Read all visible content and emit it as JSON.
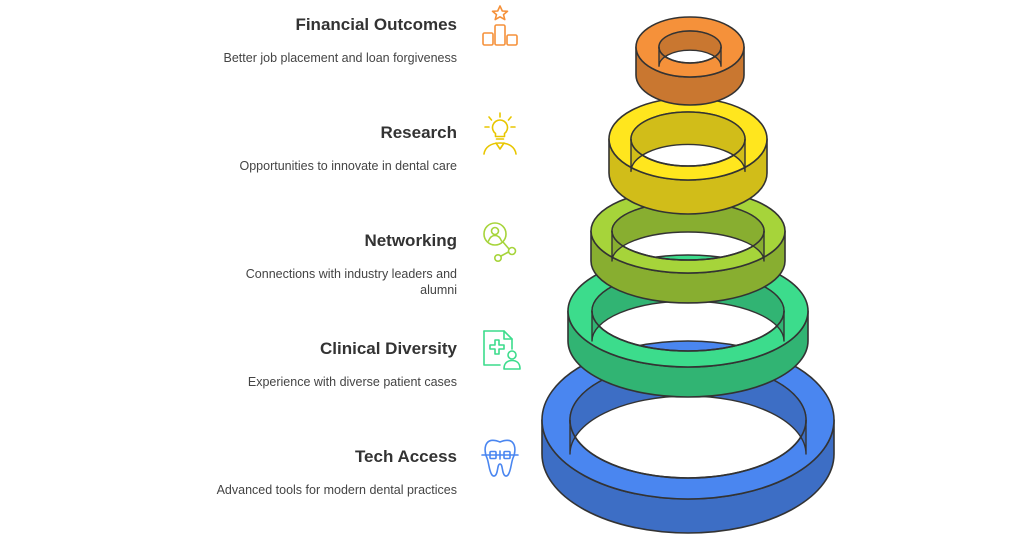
{
  "colors": {
    "financial": "#F5913A",
    "research": "#FFE61E",
    "networking": "#A6D43A",
    "clinical": "#3CDC8C",
    "tech": "#4A86F0",
    "outline": "#333333"
  },
  "items": [
    {
      "key": "financial",
      "title": "Financial Outcomes",
      "description": "Better job placement and loan forgiveness",
      "icon": "trophy-podium-icon"
    },
    {
      "key": "research",
      "title": "Research",
      "description": "Opportunities to innovate in dental care",
      "icon": "lightbulb-person-icon"
    },
    {
      "key": "networking",
      "title": "Networking",
      "description": "Connections with industry leaders and alumni",
      "icon": "person-network-icon"
    },
    {
      "key": "clinical",
      "title": "Clinical Diversity",
      "description": "Experience with diverse patient cases",
      "icon": "medical-file-patient-icon"
    },
    {
      "key": "tech",
      "title": "Tech Access",
      "description": "Advanced tools for modern dental practices",
      "icon": "tooth-braces-icon"
    }
  ]
}
